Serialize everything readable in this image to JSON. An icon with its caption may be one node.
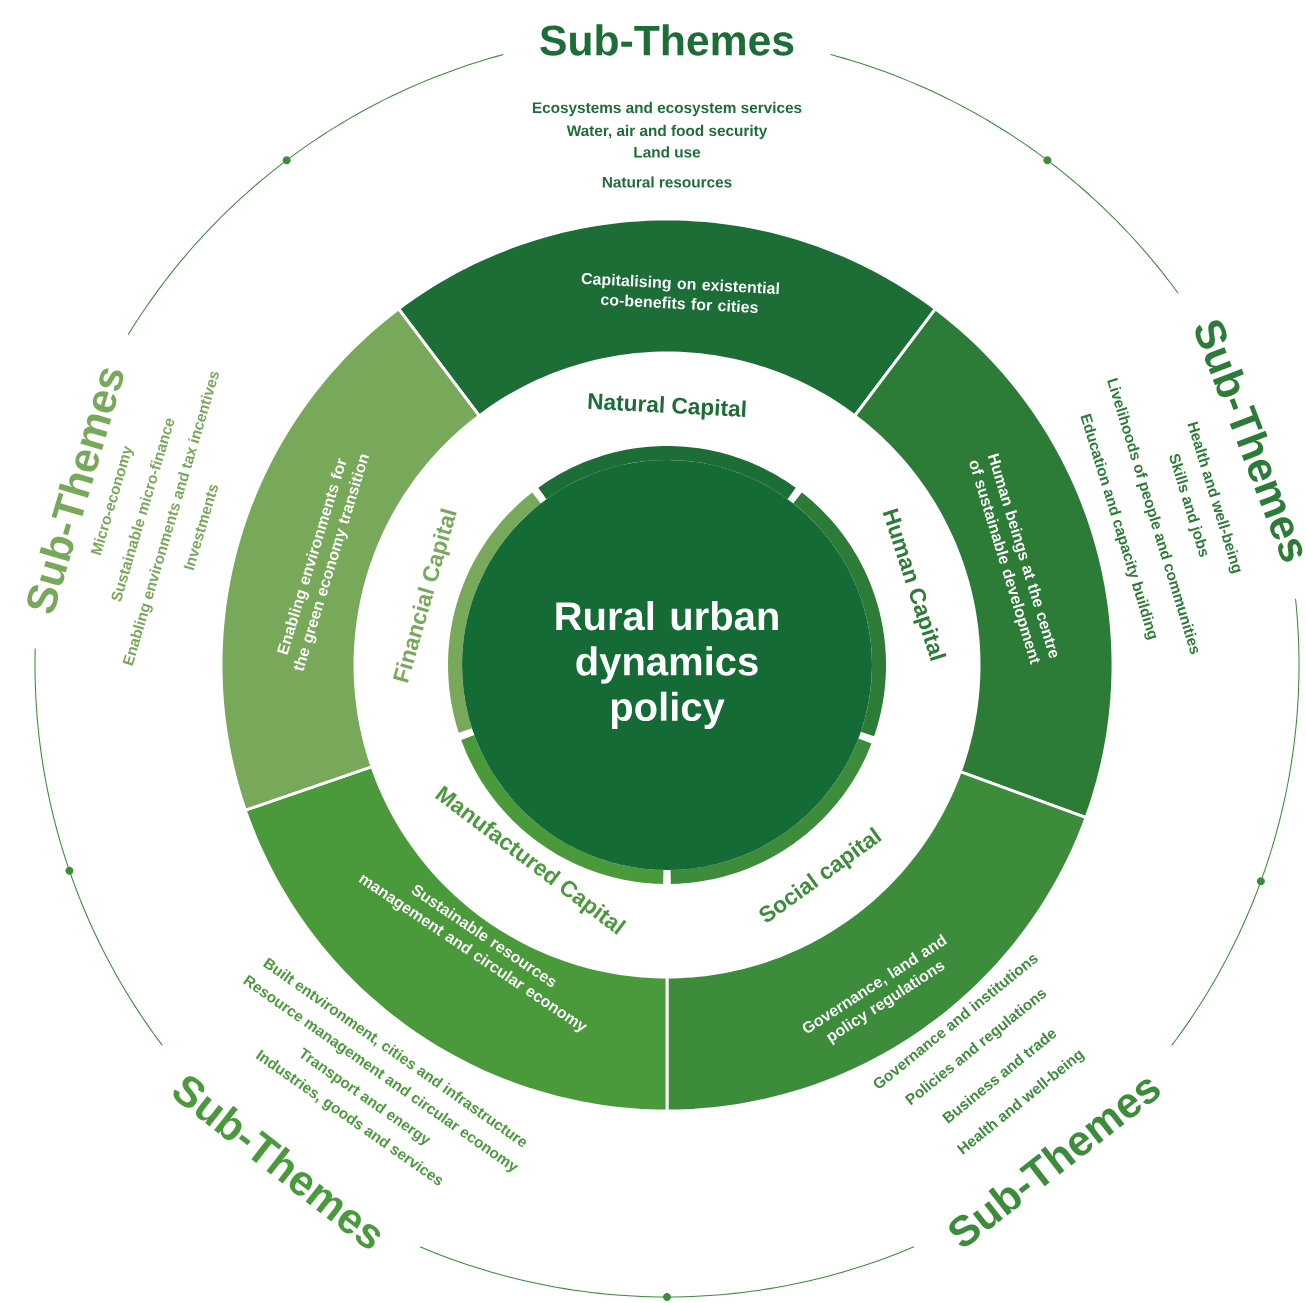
{
  "diagram": {
    "nodes": [
      {
        "text": [
          "Rural urban dynamics policy"
        ]
      },
      {
        "text": [
          "Capitalising on existential co-benefits for cities"
        ],
        "beside": [
          "Natural Capital"
        ]
      },
      {
        "text": [
          "Human beings at the centre of sustainable development"
        ],
        "beside": [
          "Human Capital"
        ]
      },
      {
        "text": [
          "Governance, land and policy regulations"
        ],
        "beside": [
          "Social capital"
        ]
      },
      {
        "text": [
          "Sustainable resources management and circular economy"
        ],
        "beside": [
          "Manufactured Capital"
        ]
      },
      {
        "text": [
          "Enabling environments for the green economy transition"
        ],
        "beside": [
          "Financial Capital"
        ]
      }
    ],
    "labels": [
      "Sub-Themes",
      "Ecosystems and ecosystem services",
      "Water, air and food security",
      "Land use",
      "Natural resources",
      "Sub-Themes",
      "Health and well-being",
      "Skills and jobs",
      "Livelihoods of people and communities",
      "Education and capacity building",
      "Sub-Themes",
      "Governance and institutions",
      "Policies and regulations",
      "Business and trade",
      "Health and well-being",
      "Sub-Themes",
      "Built entvironment, cities and infrastructure",
      "Resource management and circular economy",
      "Transport and energy",
      "Industries, goods and services",
      "Sub-Themes",
      "Micro-economy",
      "Sustainable micro-finance",
      "Enabling environments and tax incentives",
      "Investments"
    ]
  }
}
